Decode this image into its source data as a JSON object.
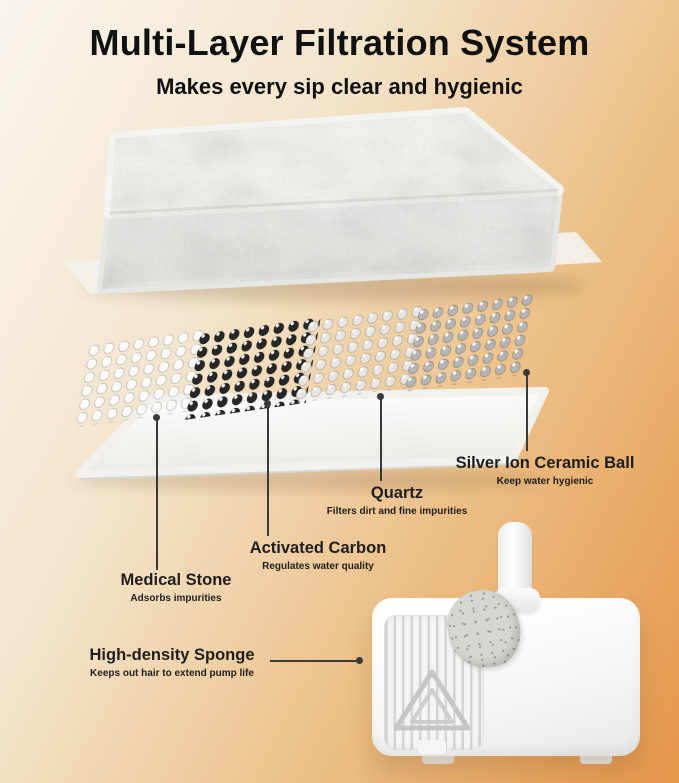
{
  "page": {
    "title": "Multi-Layer Filtration System",
    "subtitle": "Makes every sip clear and hygienic"
  },
  "filter_layers": [
    {
      "name": "Medical Stone",
      "description": "Adsorbs impurities",
      "ball_color": "#fbfbfa"
    },
    {
      "name": "Activated Carbon",
      "description": "Regulates water quality",
      "ball_color": "#262626"
    },
    {
      "name": "Quartz",
      "description": "Filters dirt and fine impurities",
      "ball_color": "#e9e6e1"
    },
    {
      "name": "Silver Ion Ceramic Ball",
      "description": "Keep water hygienic",
      "ball_color": "#b6b5b3"
    },
    {
      "name": "High-density Sponge",
      "description": "Keeps out hair to extend pump life"
    }
  ],
  "colors": {
    "background_top_left": "#f8f4ec",
    "background_bottom_right": "#e5964a",
    "headline_text": "#111111",
    "label_text": "#1e1e1e",
    "leader_line": "#3a3a3a"
  }
}
